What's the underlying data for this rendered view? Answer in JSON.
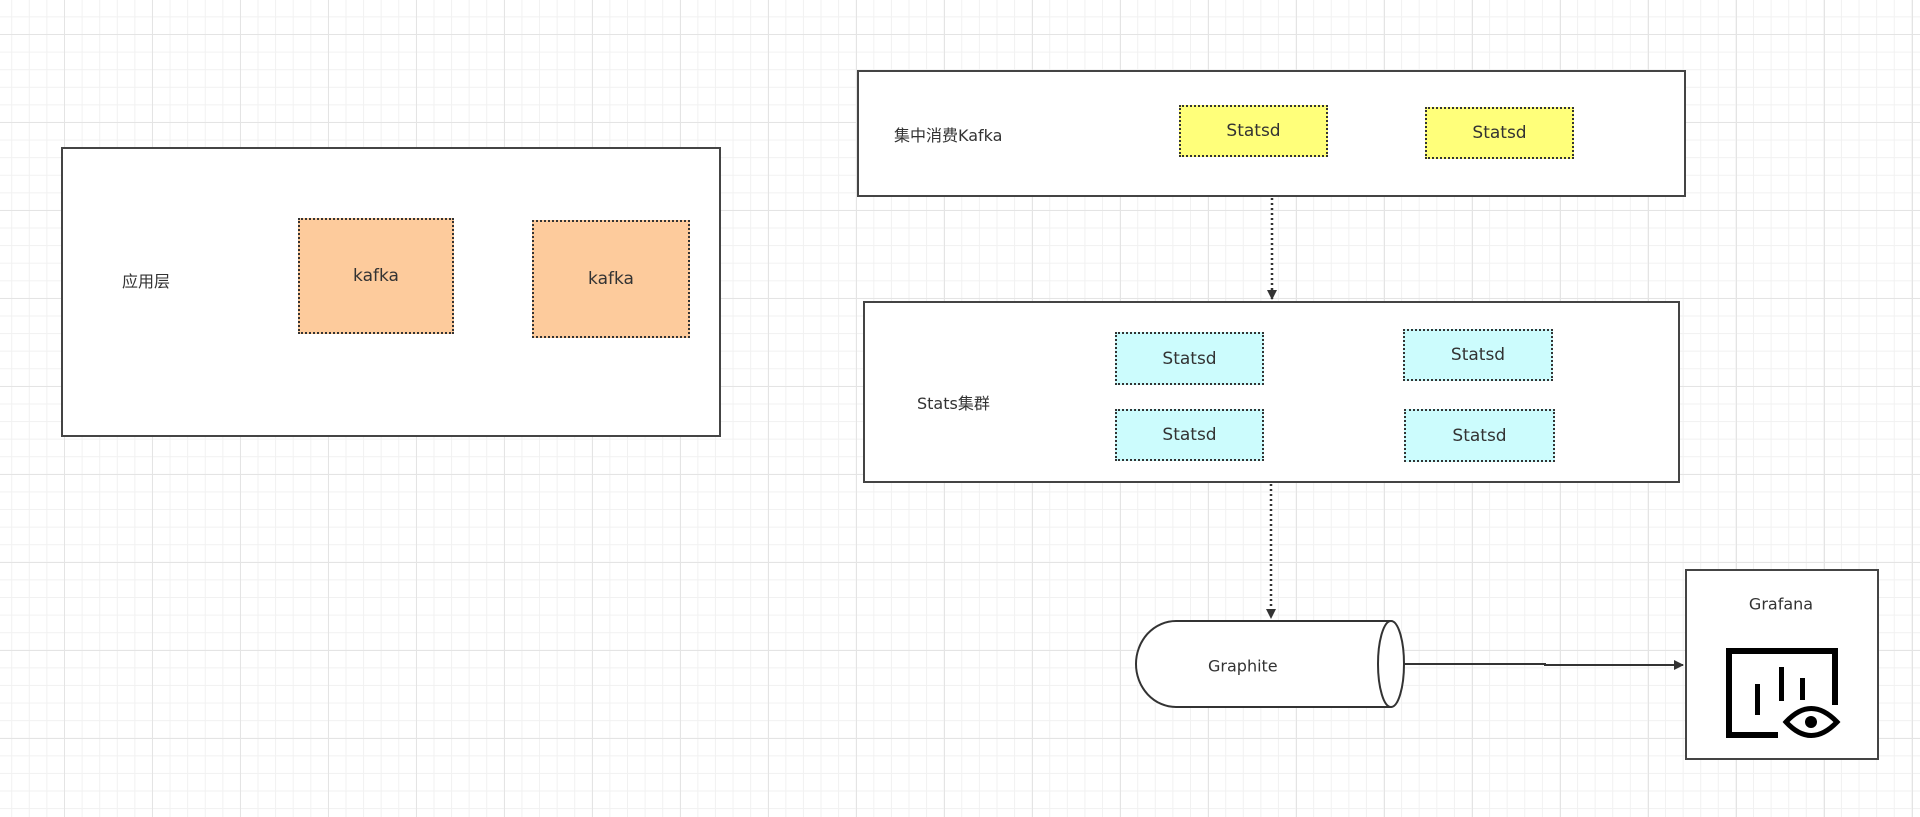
{
  "app_layer": {
    "label": "应用层",
    "nodes": [
      "kafka",
      "kafka"
    ]
  },
  "kafka_layer": {
    "label": "集中消费Kafka",
    "nodes": [
      "Statsd",
      "Statsd"
    ]
  },
  "stats_cluster": {
    "label": "Stats集群",
    "nodes": [
      "Statsd",
      "Statsd",
      "Statsd",
      "Statsd"
    ]
  },
  "graphite": {
    "label": "Graphite"
  },
  "grafana": {
    "label": "Grafana",
    "icon": "dashboard-eye-icon"
  },
  "colors": {
    "kafka": "#fdcb9c",
    "statsd_yellow": "#ffff7a",
    "statsd_cyan": "#ccfcfd"
  }
}
